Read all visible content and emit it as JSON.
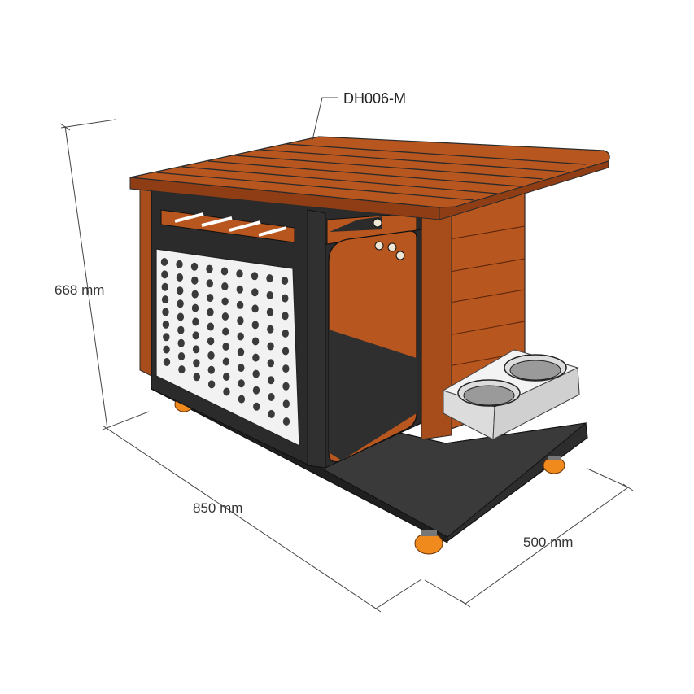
{
  "drawing": {
    "model_code": "DH006-M",
    "dimensions": {
      "height_label": "668 mm",
      "width_label": "850 mm",
      "depth_label": "500 mm"
    },
    "colors": {
      "wood": "#b8561f",
      "wood_dark": "#8f3d14",
      "panel_black": "#2b2b2b",
      "vent_panel": "#f2f2f2",
      "wheel": "#f08a1c",
      "bowl_tray": "#e8e8e8",
      "background": "#ffffff"
    },
    "vent_hole_pattern": {
      "rows": 9,
      "columns": 9
    },
    "icons": [
      "caster-wheel",
      "feeding-bowl",
      "slatted-roof"
    ]
  }
}
